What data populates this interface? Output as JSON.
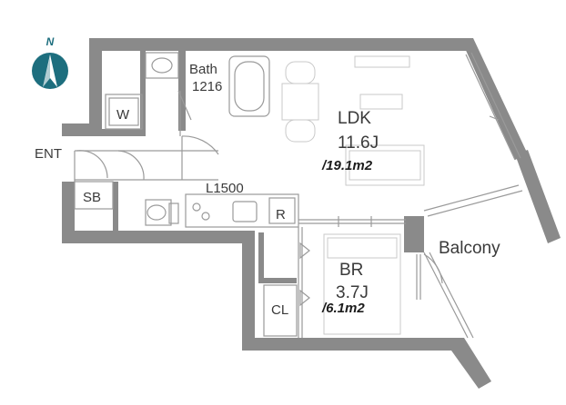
{
  "north": {
    "letter": "N",
    "color": "#1d6e7e"
  },
  "rooms": {
    "bath": {
      "name": "Bath",
      "size": "1216"
    },
    "washer": {
      "label": "W"
    },
    "ldk": {
      "name": "LDK",
      "size": "11.6J",
      "area": "/19.1m2"
    },
    "entrance": {
      "label": "ENT"
    },
    "shoe_box": {
      "label": "SB"
    },
    "kitchen": {
      "label": "L1500"
    },
    "fridge": {
      "label": "R"
    },
    "balcony": {
      "label": "Balcony"
    },
    "bedroom": {
      "name": "BR",
      "size": "3.7J",
      "area": "/6.1m2"
    },
    "closet": {
      "label": "CL"
    }
  },
  "colors": {
    "wall": "#8a8a8a",
    "line": "#9a9a9a",
    "text": "#3a3a3a"
  }
}
